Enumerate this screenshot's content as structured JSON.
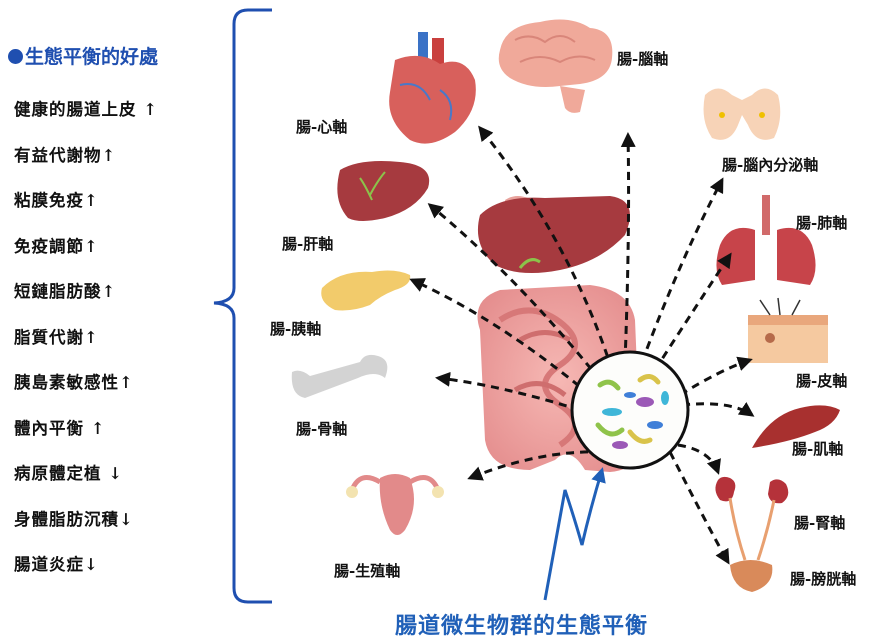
{
  "heading": "生態平衡的好處",
  "benefits": [
    "健康的腸道上皮 ↑",
    "有益代謝物↑",
    "粘膜免疫↑",
    "免疫調節↑",
    "短鏈脂肪酸↑",
    "脂質代謝↑",
    "胰島素敏感性↑",
    "體內平衡 ↑",
    "病原體定植 ↓",
    "身體脂肪沉積↓",
    "腸道炎症↓"
  ],
  "axes": {
    "heart": "腸-心軸",
    "brain": "腸-腦軸",
    "neuroendocrine": "腸-腦內分泌軸",
    "liver": "腸-肝軸",
    "lung": "腸-肺軸",
    "pancreas": "腸-胰軸",
    "skin": "腸-皮軸",
    "bone": "腸-骨軸",
    "muscle": "腸-肌軸",
    "kidney": "腸-腎軸",
    "reproductive": "腸-生殖軸",
    "bladder": "腸-膀胱軸"
  },
  "title": "腸道微生物群的生態平衡",
  "colors": {
    "accent": "#1f4fb0",
    "title": "#2060b8",
    "organ_red": "#b8444a"
  }
}
